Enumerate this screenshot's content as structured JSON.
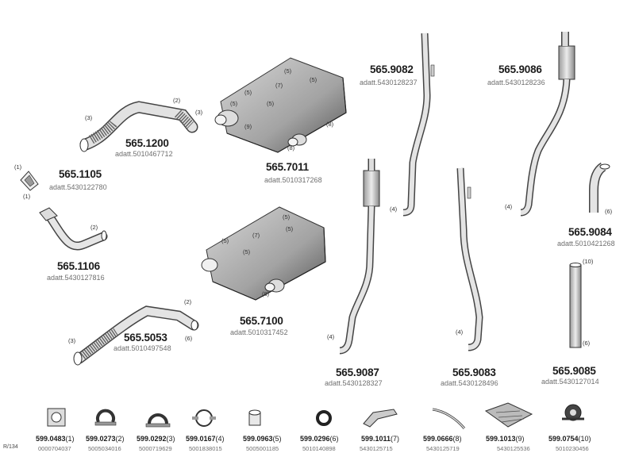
{
  "main_parts": [
    {
      "part": "565.9082",
      "adatt": "adatt.5430128237"
    },
    {
      "part": "565.9086",
      "adatt": "adatt.5430128236"
    },
    {
      "part": "565.1200",
      "adatt": "adatt.5010467712"
    },
    {
      "part": "565.7011",
      "adatt": "adatt.5010317268"
    },
    {
      "part": "565.1105",
      "adatt": "adatt.5430122780"
    },
    {
      "part": "565.9084",
      "adatt": "adatt.5010421268"
    },
    {
      "part": "565.1106",
      "adatt": "adatt.5430127816"
    },
    {
      "part": "565.5053",
      "adatt": "adatt.5010497548"
    },
    {
      "part": "565.7100",
      "adatt": "adatt.5010317452"
    },
    {
      "part": "565.9087",
      "adatt": "adatt.5430128327"
    },
    {
      "part": "565.9083",
      "adatt": "adatt.5430128496"
    },
    {
      "part": "565.9085",
      "adatt": "adatt.5430127014"
    }
  ],
  "callouts": [
    "(1)",
    "(2)",
    "(3)",
    "(4)",
    "(5)",
    "(6)",
    "(7)",
    "(8)",
    "(9)",
    "(10)"
  ],
  "small_parts": [
    {
      "part": "599.0483",
      "ref": "(1)",
      "code": "0000704037"
    },
    {
      "part": "599.0273",
      "ref": "(2)",
      "code": "5005034016"
    },
    {
      "part": "599.0292",
      "ref": "(3)",
      "code": "5000719629"
    },
    {
      "part": "599.0167",
      "ref": "(4)",
      "code": "5001838015"
    },
    {
      "part": "599.0963",
      "ref": "(5)",
      "code": "5005001185"
    },
    {
      "part": "599.0296",
      "ref": "(6)",
      "code": "5010140898"
    },
    {
      "part": "599.1011",
      "ref": "(7)",
      "code": "5430125715"
    },
    {
      "part": "599.0666",
      "ref": "(8)",
      "code": "5430125719"
    },
    {
      "part": "599.1013",
      "ref": "(9)",
      "code": "5430125536"
    },
    {
      "part": "599.0754",
      "ref": "(10)",
      "code": "5010230456"
    }
  ],
  "page_ref": "R/134"
}
